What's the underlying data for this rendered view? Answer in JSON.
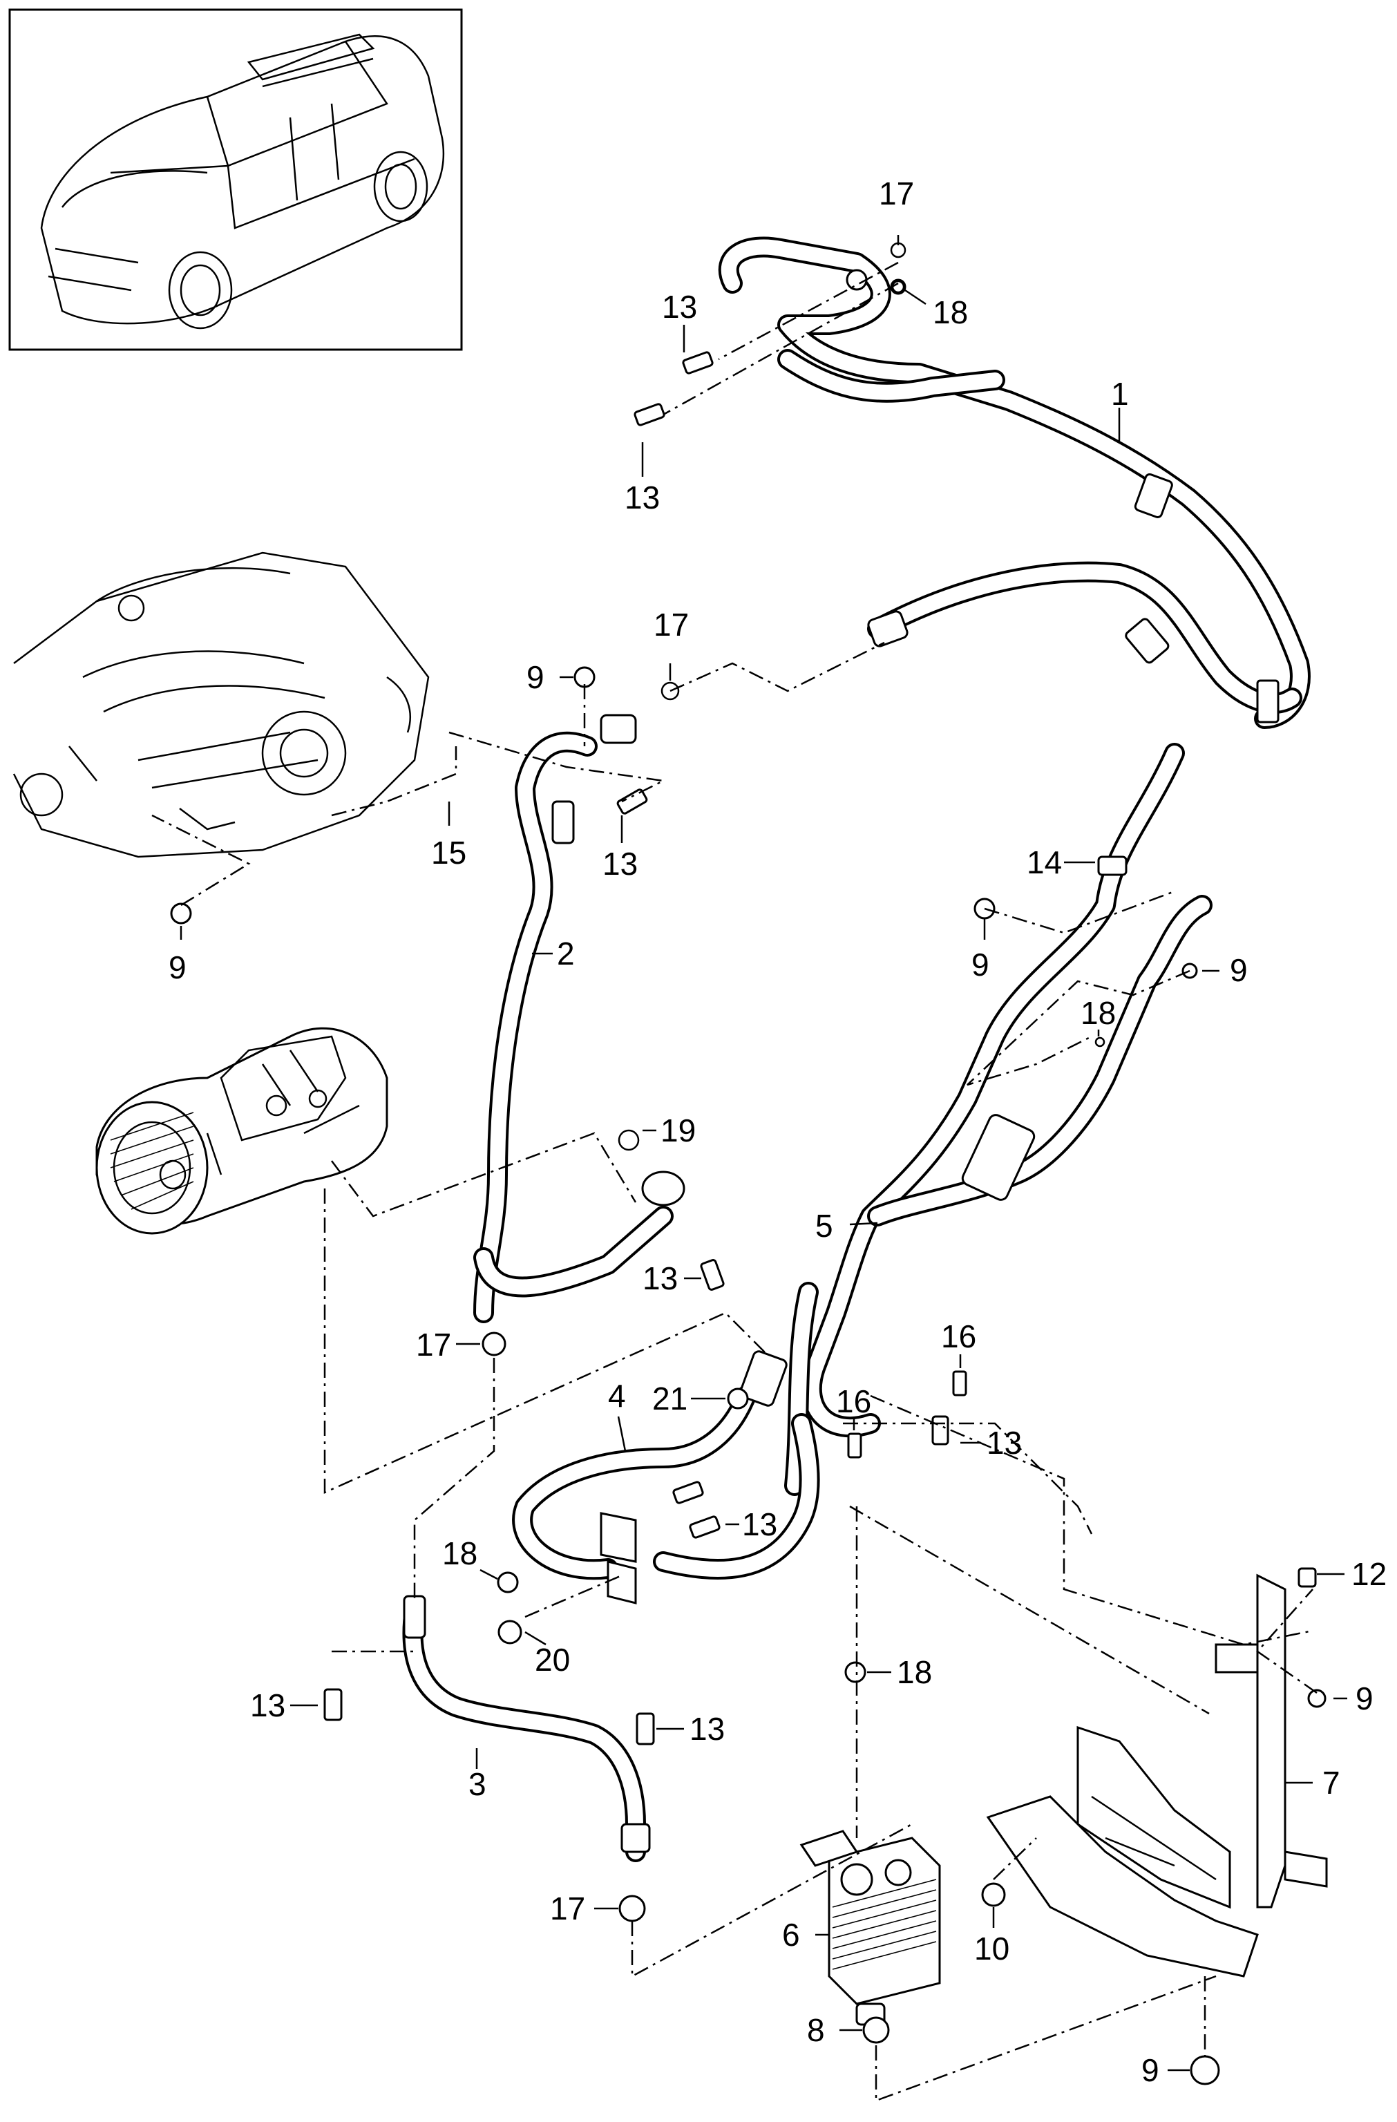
{
  "diagram": {
    "callouts": {
      "c1": "1",
      "c2": "2",
      "c3": "3",
      "c4": "4",
      "c5": "5",
      "c6": "6",
      "c7": "7",
      "c8": "8",
      "c9a": "9",
      "c9b": "9",
      "c9c": "9",
      "c9d": "9",
      "c9e": "9",
      "c9f": "9",
      "c10": "10",
      "c12": "12",
      "c13a": "13",
      "c13b": "13",
      "c13c": "13",
      "c13d": "13",
      "c13e": "13",
      "c13f": "13",
      "c13g": "13",
      "c13h": "13",
      "c14": "14",
      "c15": "15",
      "c16a": "16",
      "c16b": "16",
      "c17a": "17",
      "c17b": "17",
      "c17c": "17",
      "c17d": "17",
      "c18a": "18",
      "c18b": "18",
      "c18c": "18",
      "c18d": "18",
      "c19": "19",
      "c20": "20",
      "c21": "21"
    }
  }
}
